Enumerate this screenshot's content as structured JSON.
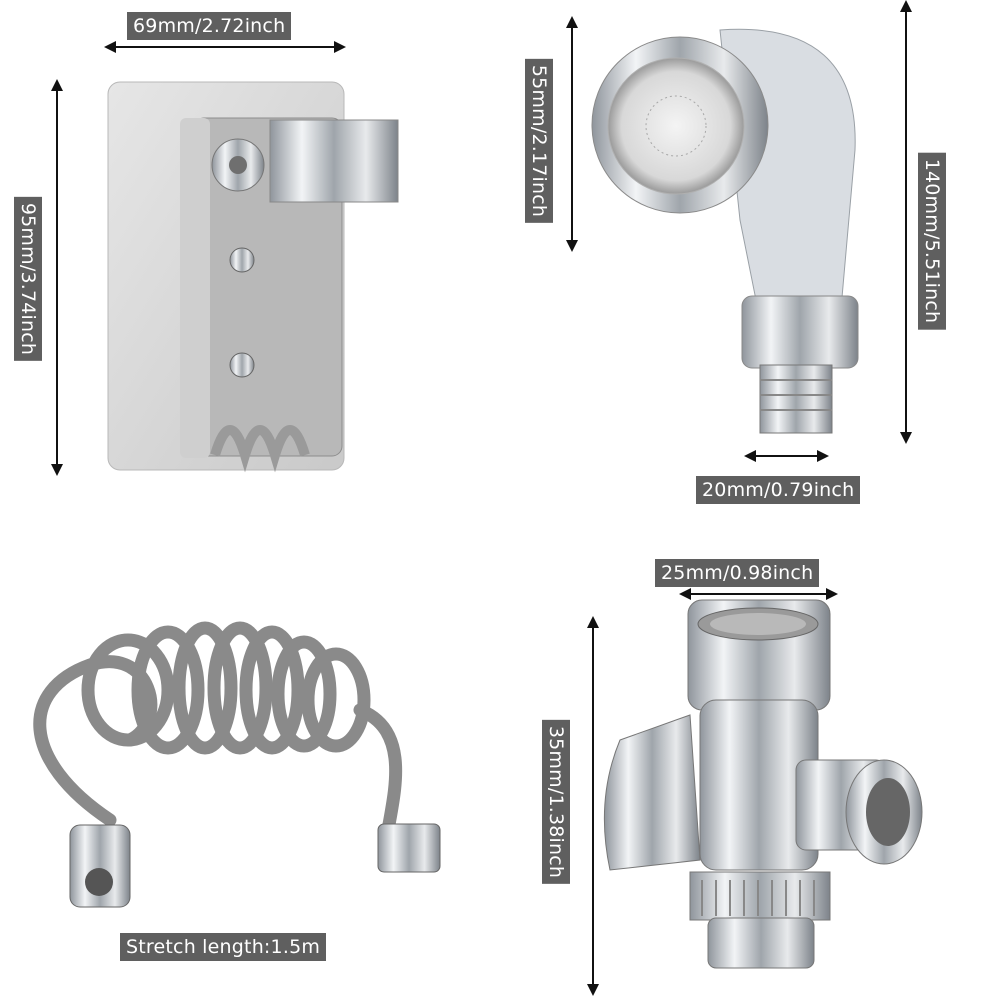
{
  "dimensions": {
    "holder_width": "69mm/2.72inch",
    "holder_height": "95mm/3.74inch",
    "head_diameter": "55mm/2.17inch",
    "head_length": "140mm/5.51inch",
    "head_thread": "20mm/0.79inch",
    "valve_width": "25mm/0.98inch",
    "valve_height": "35mm/1.38inch"
  },
  "hose": {
    "stretch_label": "Stretch length:1.5m"
  },
  "products": {
    "holder": "wall-holder",
    "shower_head": "shower-head",
    "hose": "coiled-hose",
    "valve": "diverter-valve"
  },
  "colors": {
    "label_bg": "#5f5f5f",
    "label_text": "#ffffff",
    "hose": "#8a8a8a",
    "chrome": "#c9ccd0"
  }
}
